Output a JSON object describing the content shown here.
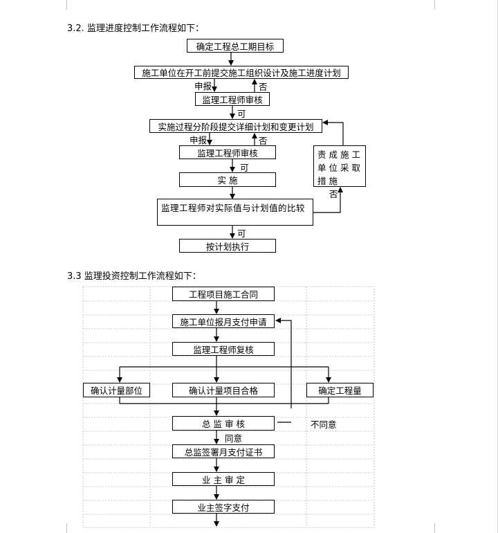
{
  "section_progress": {
    "heading": "3.2.  监理进度控制工作流程如下：",
    "boxes": {
      "goal": "确定工程总工期目标",
      "submit_plan": "施工单位在开工前提交施工组织设计及施工进度计划",
      "review1": "监理工程师审核",
      "stage_plan": "实施过程分阶段提交详细计划和变更计划",
      "review2": "监理工程师审核",
      "implement": "实      施",
      "compare": "监理工程师对实际值与计划值的比较",
      "measures": "责成施工单位采取措施",
      "execute": "按计划执行"
    },
    "labels": {
      "report1": "申报",
      "no1": "否",
      "ok1": "可",
      "report2": "申报",
      "no2": "否",
      "ok2": "可",
      "no3": "否",
      "ok3": "可"
    }
  },
  "section_investment": {
    "heading": "3.3    监理投资控制工作流程如下：",
    "boxes": {
      "contract": "工程项目施工合同",
      "monthly_apply": "施工单位报月支付申请",
      "recheck": "监理工程师复核",
      "confirm_parts": "确认计量部位",
      "confirm_items": "确认计量项目合格",
      "determine_qty": "确定工程量",
      "chief_review": "总  监  审  核",
      "sign_cert": "总监签署月支付证书",
      "owner_review": "业  主  审  定",
      "owner_pay": "业主签字支付"
    },
    "labels": {
      "disagree": "不同意",
      "agree": "同意"
    }
  }
}
